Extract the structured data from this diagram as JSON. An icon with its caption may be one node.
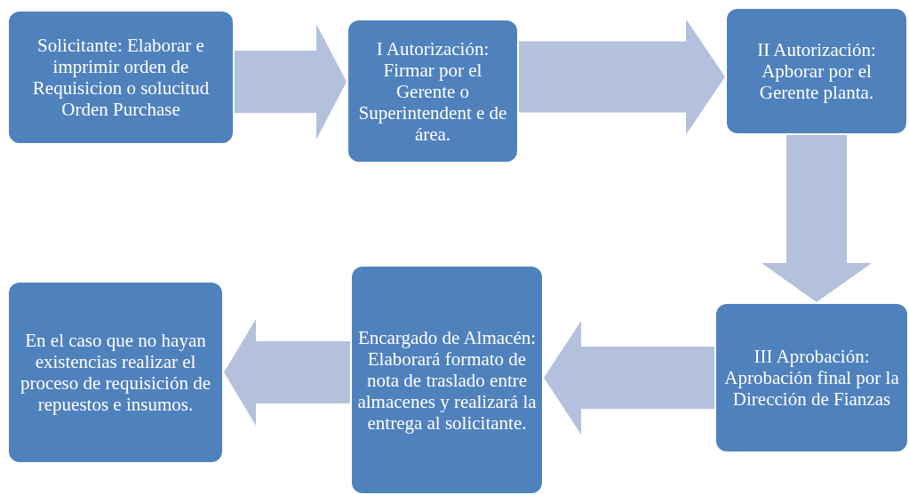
{
  "diagram": {
    "nodes": [
      {
        "text": [
          "Solicitante: Elaborar e imprimir orden de Requisicion o solucitud Orden Purchase"
        ]
      },
      {
        "text": [
          "I Autorización: Firmar por el Gerente o Superintendent e de área."
        ]
      },
      {
        "text": [
          "II Autorización: Apborar por el Gerente planta."
        ]
      },
      {
        "text": [
          "III Aprobación: Aprobación final por la Dirección de Fianzas"
        ]
      },
      {
        "text": [
          "Encargado de Almacén: Elaborará formato de nota de traslado entre almacenes y realizará la entrega al solicitante."
        ]
      },
      {
        "text": [
          "En el caso que no hayan existencias realizar el proceso de requisición de repuestos e insumos."
        ]
      }
    ],
    "edges": [
      {
        "from": 0,
        "to": 1,
        "arrow": "to"
      },
      {
        "from": 1,
        "to": 2,
        "arrow": "to"
      },
      {
        "from": 2,
        "to": 3,
        "arrow": "to"
      },
      {
        "from": 3,
        "to": 4,
        "arrow": "to"
      },
      {
        "from": 4,
        "to": 5,
        "arrow": "to"
      }
    ]
  }
}
